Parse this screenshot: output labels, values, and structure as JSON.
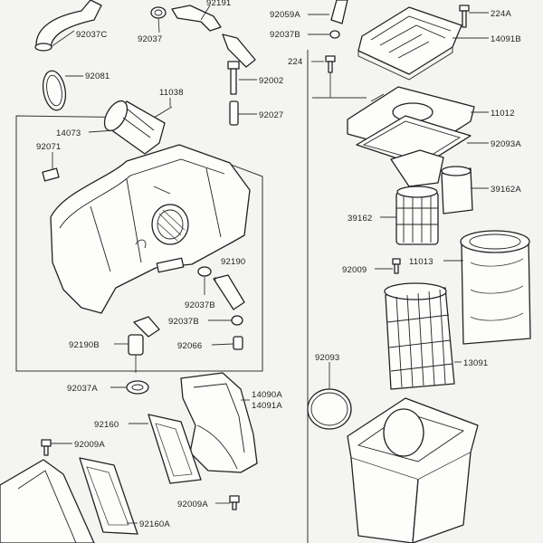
{
  "diagram": {
    "labels": [
      {
        "id": "92037C",
        "text": "92037C"
      },
      {
        "id": "92037",
        "text": "92037"
      },
      {
        "id": "92191",
        "text": "92191"
      },
      {
        "id": "92059A",
        "text": "92059A"
      },
      {
        "id": "92037B_top",
        "text": "92037B"
      },
      {
        "id": "224A",
        "text": "224A"
      },
      {
        "id": "14091B",
        "text": "14091B"
      },
      {
        "id": "224",
        "text": "224"
      },
      {
        "id": "92081",
        "text": "92081"
      },
      {
        "id": "92002",
        "text": "92002"
      },
      {
        "id": "11038",
        "text": "11038"
      },
      {
        "id": "92027",
        "text": "92027"
      },
      {
        "id": "11012",
        "text": "11012"
      },
      {
        "id": "14073",
        "text": "14073"
      },
      {
        "id": "92071",
        "text": "92071"
      },
      {
        "id": "92093A",
        "text": "92093A"
      },
      {
        "id": "39162A",
        "text": "39162A"
      },
      {
        "id": "39162",
        "text": "39162"
      },
      {
        "id": "11013",
        "text": "11013"
      },
      {
        "id": "92009",
        "text": "92009"
      },
      {
        "id": "92190",
        "text": "92190"
      },
      {
        "id": "92037B_mid",
        "text": "92037B"
      },
      {
        "id": "92037B_low",
        "text": "92037B"
      },
      {
        "id": "92190B",
        "text": "92190B"
      },
      {
        "id": "92066",
        "text": "92066"
      },
      {
        "id": "13091",
        "text": "13091"
      },
      {
        "id": "92093",
        "text": "92093"
      },
      {
        "id": "92037A",
        "text": "92037A"
      },
      {
        "id": "14090A",
        "text": "14090A"
      },
      {
        "id": "14091A",
        "text": "14091A"
      },
      {
        "id": "92160",
        "text": "92160"
      },
      {
        "id": "92009A_left",
        "text": "92009A"
      },
      {
        "id": "92009A_right",
        "text": "92009A"
      },
      {
        "id": "92160A",
        "text": "92160A"
      }
    ]
  }
}
